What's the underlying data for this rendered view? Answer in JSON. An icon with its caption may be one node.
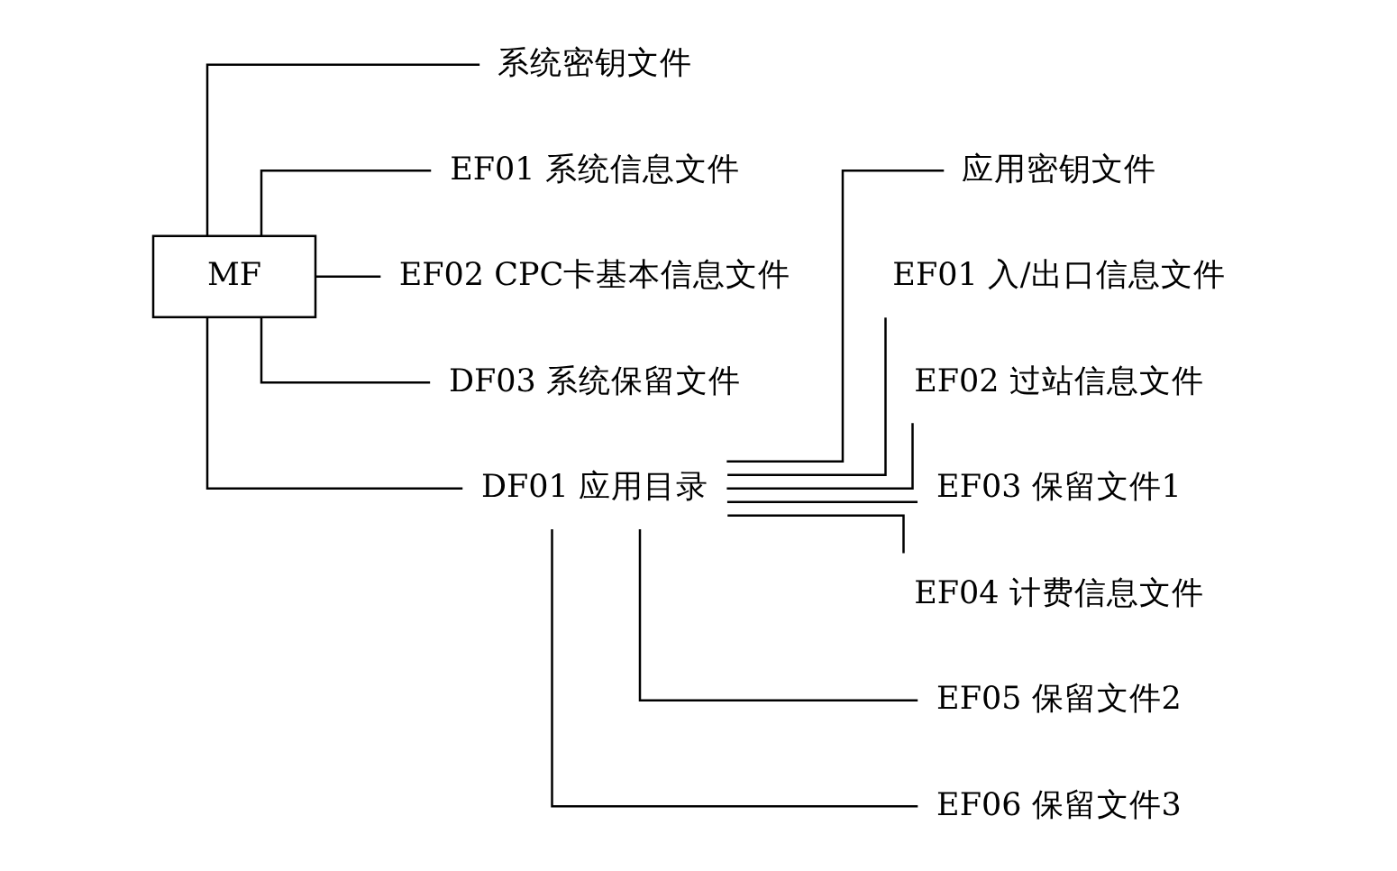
{
  "diagram": {
    "nodes": [
      {
        "text": [
          "MF"
        ]
      },
      {
        "text": [
          "系统密钥文件"
        ]
      },
      {
        "text": [
          "EF01 系统信息文件"
        ]
      },
      {
        "text": [
          "EF02 CPC卡基本信息文件"
        ]
      },
      {
        "text": [
          "DF03 系统保留文件"
        ]
      },
      {
        "text": [
          "DF01 应用目录"
        ]
      },
      {
        "text": [
          "应用密钥文件"
        ]
      },
      {
        "text": [
          "EF01 入/出口信息文件"
        ]
      },
      {
        "text": [
          "EF02 过站信息文件"
        ]
      },
      {
        "text": [
          "EF03 保留文件1"
        ]
      },
      {
        "text": [
          "EF04 计费信息文件"
        ]
      },
      {
        "text": [
          "EF05 保留文件2"
        ]
      },
      {
        "text": [
          "EF06 保留文件3"
        ]
      }
    ],
    "edges": [
      {
        "from": 0,
        "to": 1,
        "arrow": "none"
      },
      {
        "from": 0,
        "to": 2,
        "arrow": "none"
      },
      {
        "from": 0,
        "to": 3,
        "arrow": "none"
      },
      {
        "from": 0,
        "to": 4,
        "arrow": "none"
      },
      {
        "from": 0,
        "to": 5,
        "arrow": "none"
      },
      {
        "from": 5,
        "to": 6,
        "arrow": "none"
      },
      {
        "from": 5,
        "to": 7,
        "arrow": "none"
      },
      {
        "from": 5,
        "to": 8,
        "arrow": "none"
      },
      {
        "from": 5,
        "to": 9,
        "arrow": "none"
      },
      {
        "from": 5,
        "to": 10,
        "arrow": "none"
      },
      {
        "from": 5,
        "to": 11,
        "arrow": "none"
      },
      {
        "from": 5,
        "to": 12,
        "arrow": "none"
      }
    ]
  }
}
